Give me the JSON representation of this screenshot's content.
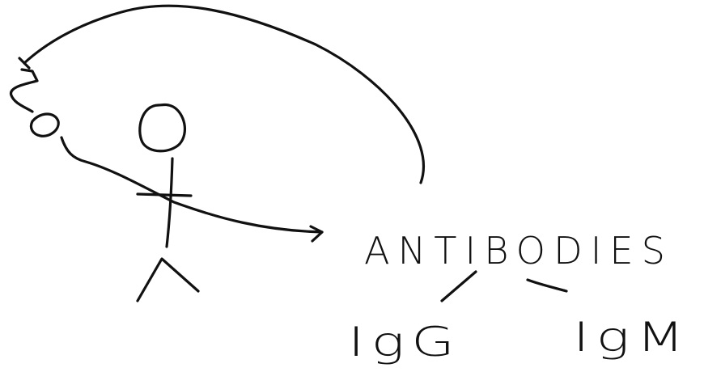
{
  "diagram": {
    "main_label": "ANTIBODIES",
    "sub_labels": [
      "IgG",
      "IgM"
    ],
    "colors": {
      "background": "#ffffff",
      "ink": "#111111"
    }
  }
}
